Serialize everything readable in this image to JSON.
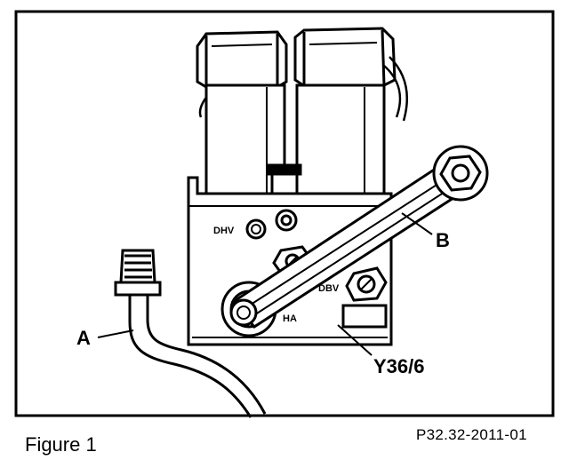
{
  "diagram": {
    "labels": {
      "pipe": "A",
      "bracket": "B",
      "component": "Y36/6",
      "port_dhv": "DHV",
      "port_dbv": "DBV",
      "port_ha": "HA"
    },
    "caption": "Figure 1",
    "reference_code": "P32.32-2011-01"
  }
}
